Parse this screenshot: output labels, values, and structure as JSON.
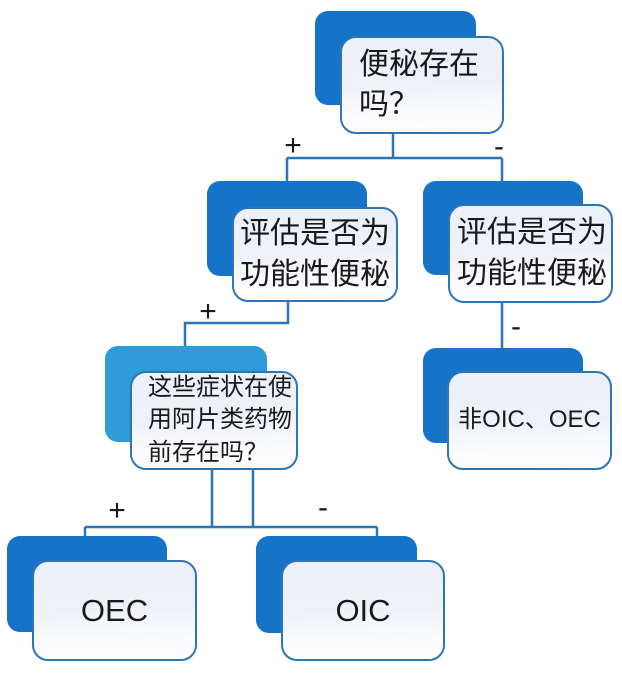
{
  "colors": {
    "shadow_dark": "#1674C8",
    "shadow_light": "#2D9CD8",
    "border": "#2E75B6",
    "line": "#2E75B6",
    "text": "#1A1A1A"
  },
  "nodes": {
    "root": {
      "label": "便秘存在\n吗？"
    },
    "assess_left": {
      "label": "评估是否为\n功能性便秘"
    },
    "assess_right": {
      "label": "评估是否为\n功能性便秘"
    },
    "symptoms": {
      "label": "这些症状在使\n用阿片类药物\n前存在吗？"
    },
    "non_oic_oec": {
      "label": "非OIC、OEC"
    },
    "oec": {
      "label": "OEC"
    },
    "oic": {
      "label": "OIC"
    }
  },
  "edge_labels": {
    "root_positive": "+",
    "root_negative": "-",
    "assess_left_positive": "+",
    "assess_right_negative": "-",
    "symptoms_positive": "+",
    "symptoms_negative": "-"
  }
}
